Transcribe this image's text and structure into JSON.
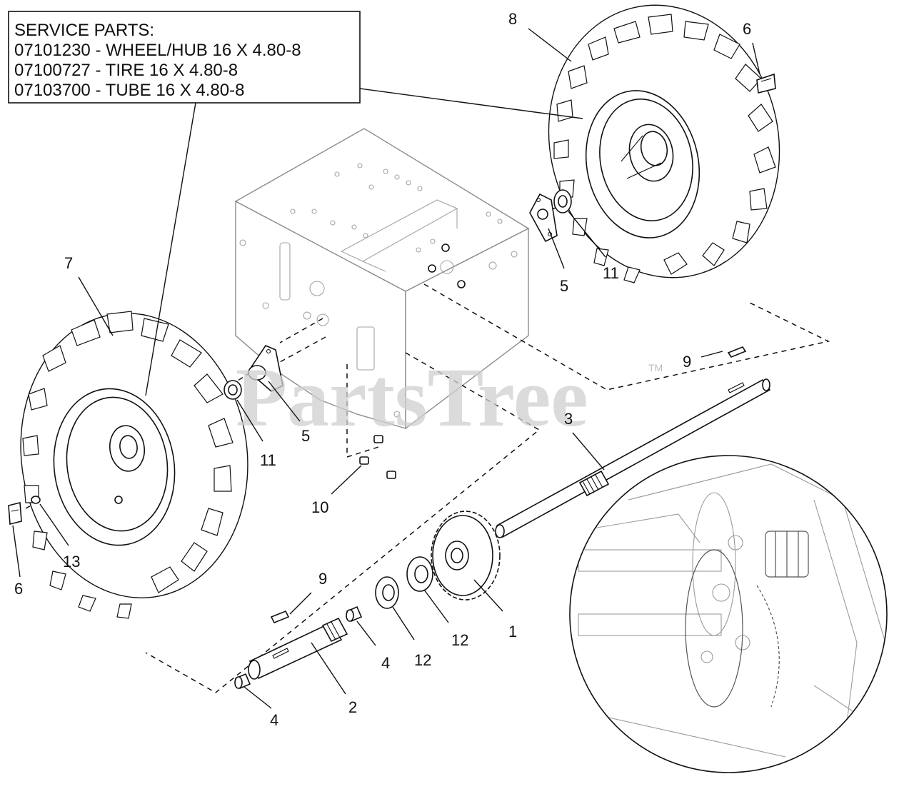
{
  "service_parts": {
    "heading": "SERVICE PARTS:",
    "lines": [
      "07101230 - WHEEL/HUB 16 X 4.80-8",
      "07100727 - TIRE 16 X 4.80-8",
      "07103700 - TUBE 16 X 4.80-8"
    ]
  },
  "watermark": {
    "text": "PartsTree",
    "tm": "TM"
  },
  "callouts": [
    "8",
    "6",
    "7",
    "5",
    "11",
    "9",
    "3",
    "5",
    "11",
    "10",
    "9",
    "1",
    "12",
    "12",
    "4",
    "13",
    "6",
    "2",
    "4"
  ]
}
